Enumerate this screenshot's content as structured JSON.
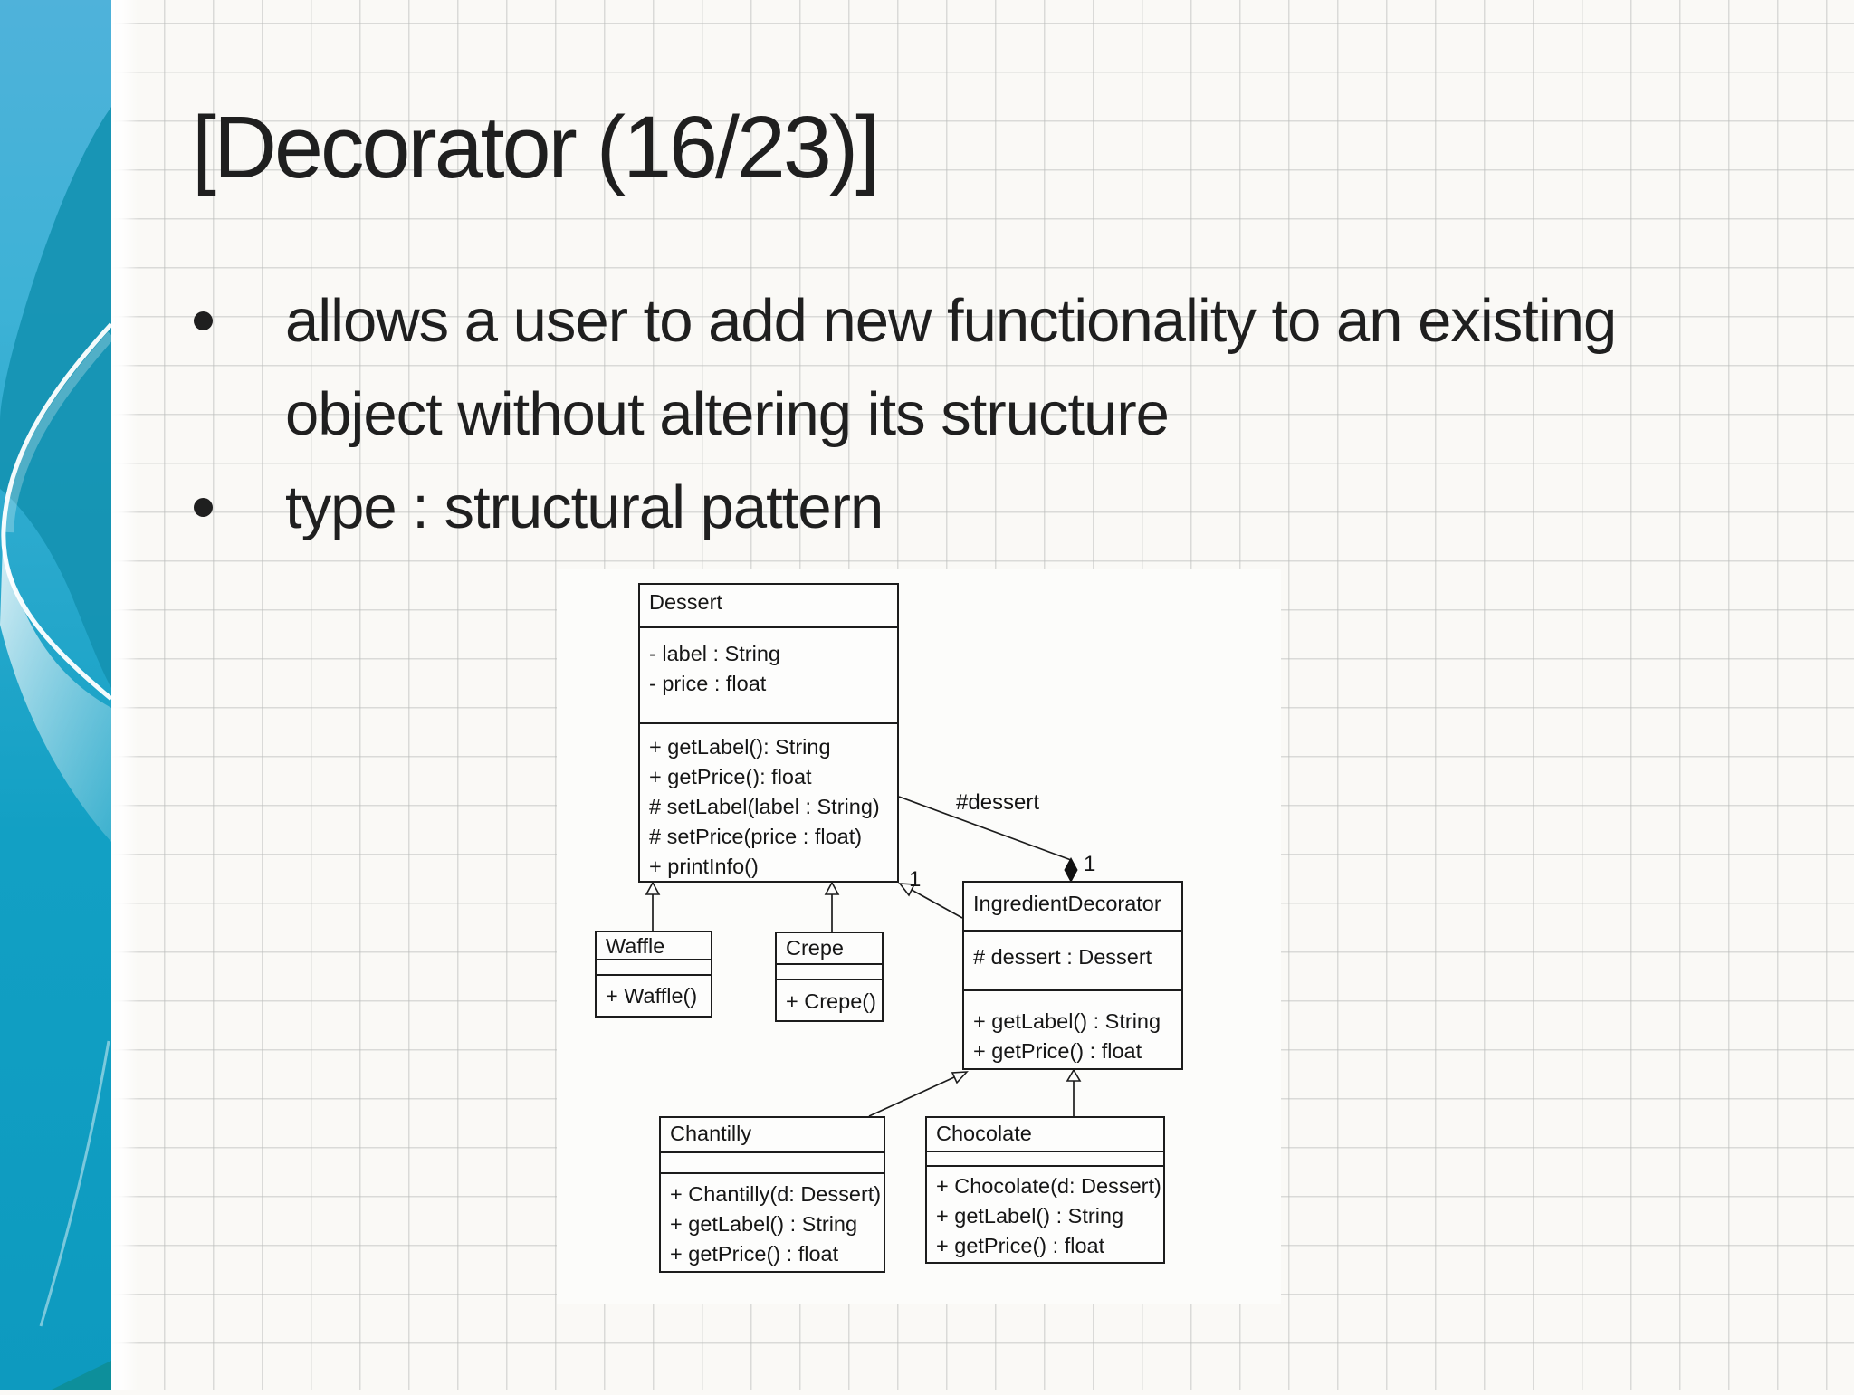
{
  "slide": {
    "title": "[Decorator (16/23)]",
    "bullets": [
      {
        "lines": [
          "allows a user to add new functionality to an existing",
          "object without altering its structure"
        ]
      },
      {
        "lines": [
          "type : structural pattern"
        ]
      }
    ]
  },
  "colors": {
    "background": "#faf9f6",
    "grid_line": "#babcba",
    "sidebar_light_blue": "#4fb2da",
    "sidebar_teal": "#2aa9cd",
    "sidebar_dark_teal": "#1593b2",
    "sidebar_bottom_teal": "#0d9abf",
    "sidebar_bottom_wedge": "#0d8f9b",
    "text": "#1f1f1f",
    "diagram_background": "#fcfcfa",
    "diagram_line": "#1c1c1c"
  },
  "diagram": {
    "type": "uml-class-diagram",
    "classes": {
      "dessert": {
        "name": "Dessert",
        "attributes": [
          "- label : String",
          "- price : float"
        ],
        "methods": [
          "+ getLabel(): String",
          "+ getPrice(): float",
          "# setLabel(label : String)",
          "# setPrice(price : float)",
          "+ printInfo()"
        ]
      },
      "waffle": {
        "name": "Waffle",
        "attributes": [],
        "methods": [
          "+ Waffle()"
        ]
      },
      "crepe": {
        "name": "Crepe",
        "attributes": [],
        "methods": [
          "+ Crepe()"
        ]
      },
      "ingredientDecorator": {
        "name": "IngredientDecorator",
        "attributes": [
          "# dessert : Dessert"
        ],
        "methods": [
          "+ getLabel() : String",
          "+ getPrice() : float"
        ]
      },
      "chantilly": {
        "name": "Chantilly",
        "attributes": [],
        "methods": [
          "+ Chantilly(d: Dessert)",
          "+ getLabel() : String",
          "+ getPrice() : float"
        ]
      },
      "chocolate": {
        "name": "Chocolate",
        "attributes": [],
        "methods": [
          "+ Chocolate(d: Dessert)",
          "+ getLabel() : String",
          "+ getPrice() : float"
        ]
      }
    },
    "labels": {
      "association_name": "#dessert",
      "multiplicity_dessert_end": "1",
      "multiplicity_decorator_end": "1"
    },
    "relationships": [
      {
        "type": "generalization",
        "from": "Waffle",
        "to": "Dessert"
      },
      {
        "type": "generalization",
        "from": "Crepe",
        "to": "Dessert"
      },
      {
        "type": "generalization",
        "from": "IngredientDecorator",
        "to": "Dessert",
        "multiplicity_at_dessert": "1"
      },
      {
        "type": "composition",
        "from": "IngredientDecorator",
        "to": "Dessert",
        "label": "#dessert",
        "multiplicity_at_decorator": "1"
      },
      {
        "type": "generalization",
        "from": "Chantilly",
        "to": "IngredientDecorator"
      },
      {
        "type": "generalization",
        "from": "Chocolate",
        "to": "IngredientDecorator"
      }
    ]
  }
}
